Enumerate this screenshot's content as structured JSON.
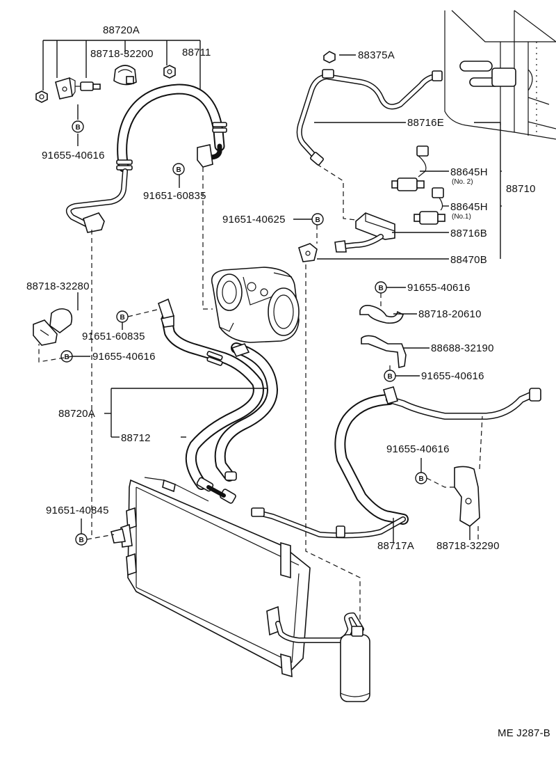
{
  "diagram": {
    "ref_code": "ME J287-B",
    "bolt_symbol": "B",
    "labels": {
      "p88720A_top": "88720A",
      "p88718_32200": "88718-32200",
      "p88711": "88711",
      "p91655_40616_a": "91655-40616",
      "p91651_60835_a": "91651-60835",
      "p88375A": "88375A",
      "p88716E": "88716E",
      "p88645H_no2": "88645H",
      "p88645H_no2_sub": "(No. 2)",
      "p88645H_no1": "88645H",
      "p88645H_no1_sub": "(No.1)",
      "p88710": "88710",
      "p91651_40625": "91651-40625",
      "p88716B": "88716B",
      "p88470B": "88470B",
      "p88718_32280": "88718-32280",
      "p91651_60835_b": "91651-60835",
      "p91655_40616_b": "91655-40616",
      "p91655_40616_c": "91655-40616",
      "p88718_20610": "88718-20610",
      "p88688_32190": "88688-32190",
      "p91655_40616_d": "91655-40616",
      "p88720A_mid": "88720A",
      "p88712": "88712",
      "p91655_40616_e": "91655-40616",
      "p91651_40845": "91651-40845",
      "p88717A": "88717A",
      "p88718_32290": "88718-32290"
    }
  }
}
